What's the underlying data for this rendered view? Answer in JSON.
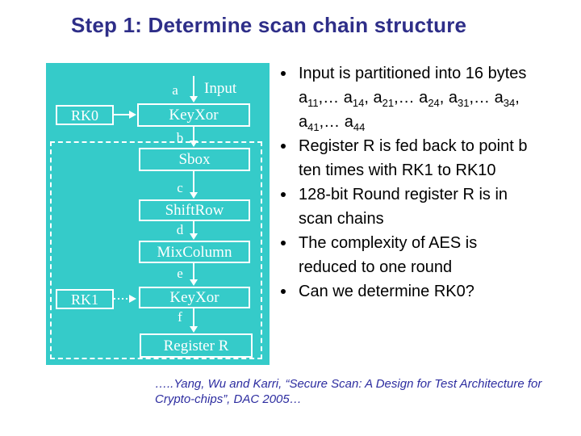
{
  "slide": {
    "title": "Step 1: Determine scan chain structure"
  },
  "colors": {
    "title": "#2e2e88",
    "diagram_bg": "#35cbc9",
    "diagram_fg": "#ffffff",
    "body_text": "#000000",
    "citation": "#2d2da0"
  },
  "diagram": {
    "boxes": {
      "rk0": "RK0",
      "keyxor_top": "KeyXor",
      "sbox": "Sbox",
      "shiftrow": "ShiftRow",
      "mixcolumn": "MixColumn",
      "rk1": "RK1",
      "keyxor_bottom": "KeyXor",
      "register_r": "Register R"
    },
    "labels": {
      "input": "Input",
      "a": "a",
      "b": "b",
      "c": "c",
      "d": "d",
      "e": "e",
      "f": "f"
    }
  },
  "bullets": [
    "Input is partitioned into 16 bytes\na{11},… a{14}, a{21},… a{24}, a{31},… a{34},\na{41},… a{44}",
    "Register R is fed back to point b\nten times with RK1 to RK10",
    "128-bit Round register R is in\nscan chains",
    "The complexity of AES is\nreduced to one round",
    "Can we determine RK0?"
  ],
  "citation": {
    "text": "…..Yang, Wu and Karri, “Secure Scan: A Design for Test Architecture for Crypto-chips”, DAC 2005…"
  }
}
